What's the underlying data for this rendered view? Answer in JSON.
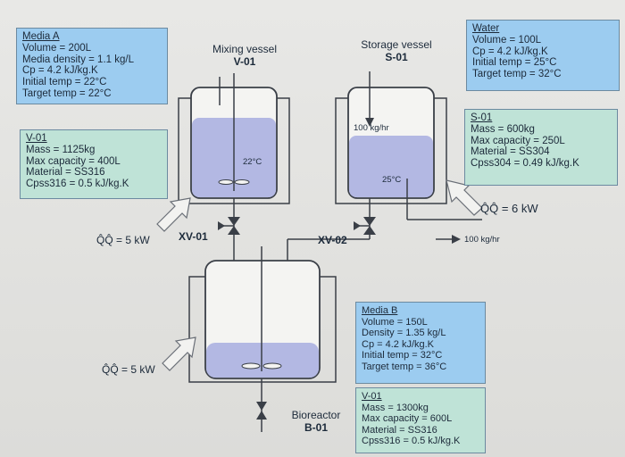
{
  "mixing_vessel": {
    "title": "Mixing vessel",
    "tag": "V-01",
    "temp": "22°C"
  },
  "storage_vessel": {
    "title": "Storage vessel",
    "tag": "S-01",
    "flow_in": "100 kg/hr",
    "temp": "25°C"
  },
  "bioreactor": {
    "title": "Bioreactor",
    "tag": "B-01"
  },
  "valves": {
    "xv01": "XV-01",
    "xv02": "XV-02"
  },
  "outlet_flow": "100 kg/hr",
  "heat": {
    "v01": "Q̂Q̂ = 5 kW",
    "b01": "Q̂Q̂ = 5 kW",
    "s01": "Q̂Q̂ = 6 kW"
  },
  "media_a": {
    "title": "Media A",
    "lines": [
      "Volume = 200L",
      "Media density = 1.1 kg/L",
      "Cp = 4.2 kJ/kg.K",
      "Initial temp = 22°C",
      "Target temp = 22°C"
    ]
  },
  "v01_spec": {
    "title": "V-01",
    "lines": [
      "Mass = 1125kg",
      "Max capacity = 400L",
      "Material = SS316",
      "Cpss316 = 0.5 kJ/kg.K"
    ]
  },
  "water": {
    "title": "Water",
    "lines": [
      "Volume = 100L",
      "Cp = 4.2 kJ/kg.K",
      "Initial temp = 25°C",
      "Target temp = 32°C"
    ]
  },
  "s01_spec": {
    "title": "S-01",
    "lines": [
      "Mass = 600kg",
      "Max capacity = 250L",
      "Material = SS304",
      "Cpss304 = 0.49 kJ/kg.K"
    ]
  },
  "media_b": {
    "title": "Media B",
    "lines": [
      "Volume = 150L",
      "Density = 1.35 kg/L",
      "Cp = 4.2 kJ/kg.K",
      "Initial temp = 32°C",
      "Target temp = 36°C"
    ]
  },
  "b01_spec": {
    "title": "V-01",
    "lines": [
      "Mass = 1300kg",
      "Max capacity = 600L",
      "Material = SS316",
      "Cpss316 = 0.5 kJ/kg.K"
    ]
  },
  "colors": {
    "liquid": "#b3b8e3",
    "box_blue": "#9cccf0",
    "box_green": "#bfe3d7",
    "line": "#3a3f47"
  }
}
